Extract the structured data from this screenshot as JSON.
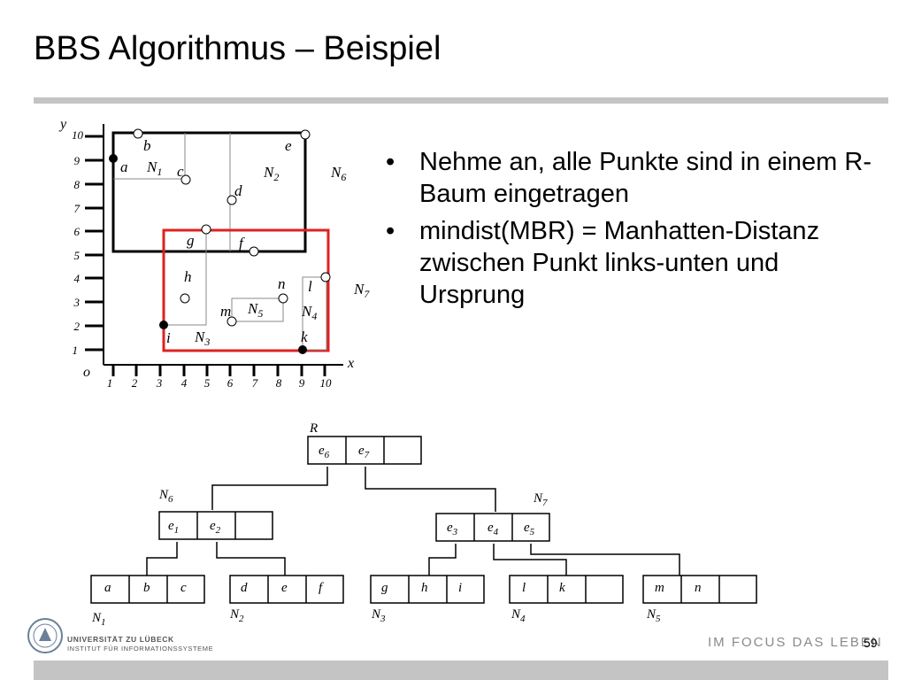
{
  "slide": {
    "title": "BBS Algorithmus – Beispiel",
    "bullets": [
      "Nehme an, alle Punkte sind in einem R-Baum eingetragen",
      "mindist(MBR) = Manhatten-Distanz zwischen Punkt links-unten und Ursprung"
    ],
    "page_number": "59"
  },
  "footer": {
    "university": "UNIVERSITÄT ZU LÜBECK",
    "institute": "INSTITUT FÜR INFORMATIONSSYSTEME",
    "slogan": "IM FOCUS DAS LEBEN"
  },
  "plot": {
    "axis_x_label": "x",
    "axis_y_label": "y",
    "origin_label": "o",
    "x_ticks": [
      "1",
      "2",
      "3",
      "4",
      "5",
      "6",
      "7",
      "8",
      "9",
      "10"
    ],
    "y_ticks": [
      "1",
      "2",
      "3",
      "4",
      "5",
      "6",
      "7",
      "8",
      "9",
      "10"
    ],
    "region_labels": {
      "N1": "1",
      "N2": "2",
      "N3": "3",
      "N4": "4",
      "N5": "5",
      "N6": "6",
      "N7": "7",
      "prefix": "N"
    },
    "point_labels": [
      "a",
      "b",
      "c",
      "d",
      "e",
      "f",
      "g",
      "h",
      "i",
      "k",
      "l",
      "m",
      "n"
    ],
    "colors": {
      "n7_box": "#e02020",
      "frame": "#000000",
      "inner": "#888888"
    }
  },
  "tree": {
    "root_label": "R",
    "root_entries": [
      "e6",
      "e7"
    ],
    "n6_label": "6",
    "n7_label": "7",
    "n6_entries": [
      "e1",
      "e2"
    ],
    "n7_entries": [
      "e3",
      "e4",
      "e5"
    ],
    "leaves": [
      {
        "name": "1",
        "entries": [
          "a",
          "b",
          "c"
        ]
      },
      {
        "name": "2",
        "entries": [
          "d",
          "e",
          "f"
        ]
      },
      {
        "name": "3",
        "entries": [
          "g",
          "h",
          "i"
        ]
      },
      {
        "name": "4",
        "entries": [
          "l",
          "k"
        ]
      },
      {
        "name": "5",
        "entries": [
          "m",
          "n"
        ]
      }
    ],
    "node_prefix": "N"
  }
}
